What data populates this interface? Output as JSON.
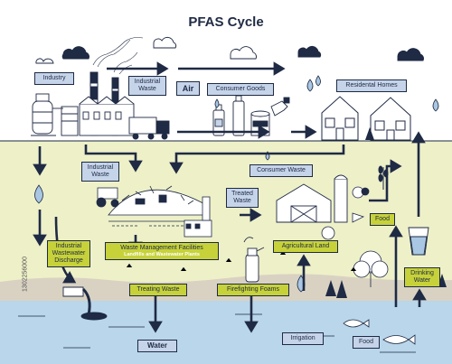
{
  "title": "PFAS Cycle",
  "watermark": "1302256000",
  "colors": {
    "ink": "#1f2a44",
    "land": "#eef0c8",
    "sand": "#d9d2c2",
    "water": "#b9d6ea",
    "label_blue": "#c6d4ea",
    "label_green": "#c7d23a",
    "droplet": "#a9c7e3"
  },
  "labels": {
    "industry": "Industry",
    "industrial_waste_top": "Industrial\nWaste",
    "air": "Air",
    "consumer_goods": "Consumer Goods",
    "residential_homes": "Residental Homes",
    "industrial_waste_mid": "Industrial\nWaste",
    "consumer_waste": "Consumer Waste",
    "treated_waste": "Treated\nWaste",
    "food_right": "Food",
    "industrial_wastewater_discharge": "Industrial\nWastewater\nDischarge",
    "waste_management": "Waste Management Facilities",
    "waste_management_sub": "Landfills and Wastewater Plants",
    "agricultural_land": "Agricultural Land",
    "drinking_water": "Drinking\nWater",
    "treating_waste": "Treating Waste",
    "firefighting_foams": "Firefighting Foams",
    "water": "Water",
    "irrigation": "Irrigation",
    "food_bottom": "Food"
  },
  "icons": [
    "cloud-icon",
    "factory-icon",
    "smokestack-icon",
    "truck-icon",
    "detergent-bottle-icon",
    "paint-can-icon",
    "fuel-pump-icon",
    "house-icon",
    "tree-icon",
    "droplet-icon",
    "landfill-icon",
    "tractor-icon",
    "barn-icon",
    "silo-icon",
    "vegetable-icon",
    "wheat-icon",
    "fire-extinguisher-icon",
    "glass-of-water-icon",
    "fish-icon",
    "pipe-outfall-icon",
    "arrow-icon"
  ]
}
